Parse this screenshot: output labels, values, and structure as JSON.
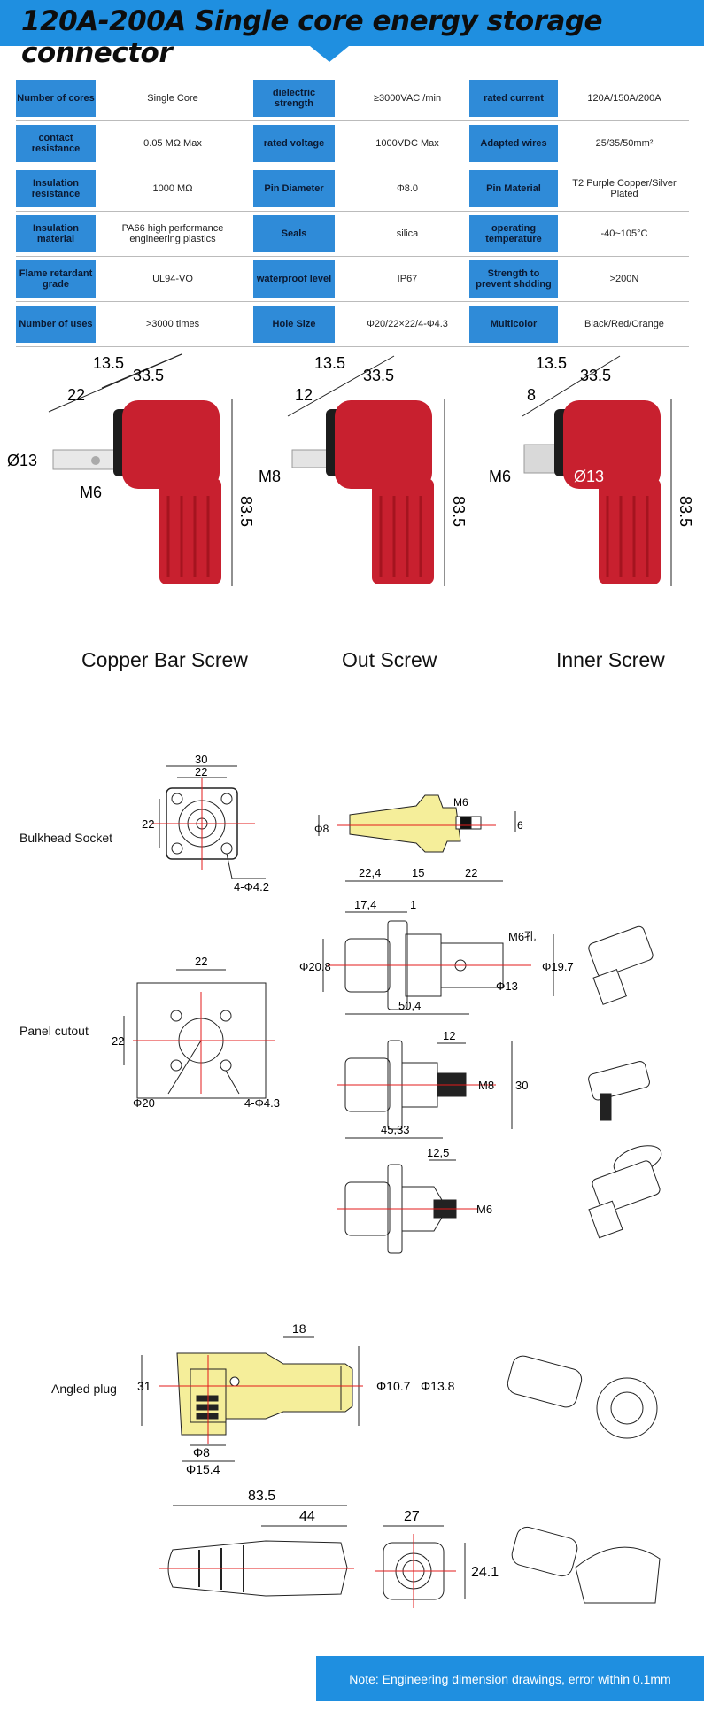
{
  "title": "120A-200A Single core energy storage connector",
  "spec_rows": [
    [
      {
        "k": "Number of cores",
        "v": "Single Core"
      },
      {
        "k": "dielectric strength",
        "v": "≥3000VAC /min"
      },
      {
        "k": "rated current",
        "v": "120A/150A/200A"
      }
    ],
    [
      {
        "k": "contact resistance",
        "v": "0.05 MΩ Max"
      },
      {
        "k": "rated voltage",
        "v": "1000VDC Max"
      },
      {
        "k": "Adapted wires",
        "v": "25/35/50mm²"
      }
    ],
    [
      {
        "k": "Insulation resistance",
        "v": "1000 MΩ"
      },
      {
        "k": "Pin Diameter",
        "v": "Φ8.0"
      },
      {
        "k": "Pin Material",
        "v": "T2 Purple Copper/Silver Plated"
      }
    ],
    [
      {
        "k": "Insulation material",
        "v": "PA66 high performance engineering plastics"
      },
      {
        "k": "Seals",
        "v": "silica"
      },
      {
        "k": "operating temperature",
        "v": "-40~105°C"
      }
    ],
    [
      {
        "k": "Flame retardant grade",
        "v": "UL94-VO"
      },
      {
        "k": "waterproof level",
        "v": "IP67"
      },
      {
        "k": "Strength to prevent shdding",
        "v": ">200N"
      }
    ],
    [
      {
        "k": "Number of uses",
        "v": ">3000 times"
      },
      {
        "k": "Hole Size",
        "v": "Φ20/22×22/4-Φ4.3"
      },
      {
        "k": "Multicolor",
        "v": "Black/Red/Orange"
      }
    ]
  ],
  "photos": {
    "captions": [
      "Copper Bar Screw",
      "Out Screw",
      "Inner Screw"
    ],
    "dims": {
      "copper": {
        "a": "13.5",
        "b": "33.5",
        "c": "22",
        "d": "Ø13",
        "e": "M6",
        "h": "83.5"
      },
      "out": {
        "a": "13.5",
        "b": "33.5",
        "c": "12",
        "d": "M8",
        "h": "83.5"
      },
      "inner": {
        "a": "13.5",
        "b": "33.5",
        "c": "8",
        "d": "M6",
        "e": "Ø13",
        "h": "83.5"
      }
    }
  },
  "labels": {
    "bulkhead": "Bulkhead Socket",
    "panel": "Panel cutout",
    "angled": "Angled plug"
  },
  "drawing_dims": {
    "bulk_w": "30",
    "bulk_in": "22",
    "bulk_h": "22",
    "bulk_holes": "4-Φ4.2",
    "side_m6": "M6",
    "side_6": "6",
    "side_d8": "Φ8",
    "cb_224": "22,4",
    "cb_15": "15",
    "cb_22": "22",
    "cb_174": "17,4",
    "cb_1": "1",
    "cb_m6": "M6孔",
    "cb_208": "Φ20.8",
    "cb_13": "Φ13",
    "cb_197": "Φ19.7",
    "pc_22w": "22",
    "pc_22h": "22",
    "pc_20": "Φ20",
    "pc_holes": "4-Φ4.3",
    "os_504": "50,4",
    "os_12": "12",
    "os_m8": "M8",
    "os_30": "30",
    "is_4533": "45,33",
    "is_125": "12,5",
    "is_m6": "M6",
    "ap_18": "18",
    "ap_31": "31",
    "ap_107": "Φ10.7",
    "ap_138": "Φ13.8",
    "ap_8": "Φ8",
    "ap_154": "Φ15.4",
    "bot_835": "83.5",
    "bot_44": "44",
    "bot_27": "27",
    "bot_241": "24.1"
  },
  "note": "Note: Engineering dimension drawings, error within 0.1mm",
  "colors": {
    "accent": "#1f8fe0",
    "connector": "#c8202f",
    "dimension_red": "#e31b1b"
  }
}
